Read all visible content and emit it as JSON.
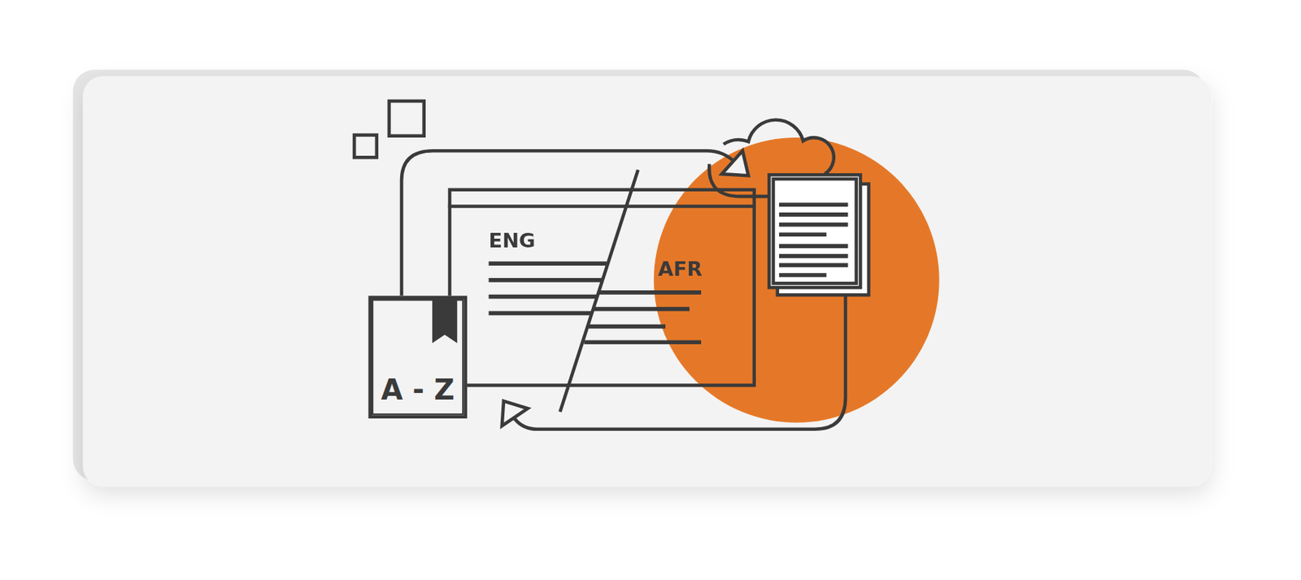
{
  "diagram": {
    "nodes": [
      {
        "text": [
          "ENG",
          "AFR"
        ]
      },
      {
        "text": [
          "A - Z"
        ]
      }
    ]
  }
}
